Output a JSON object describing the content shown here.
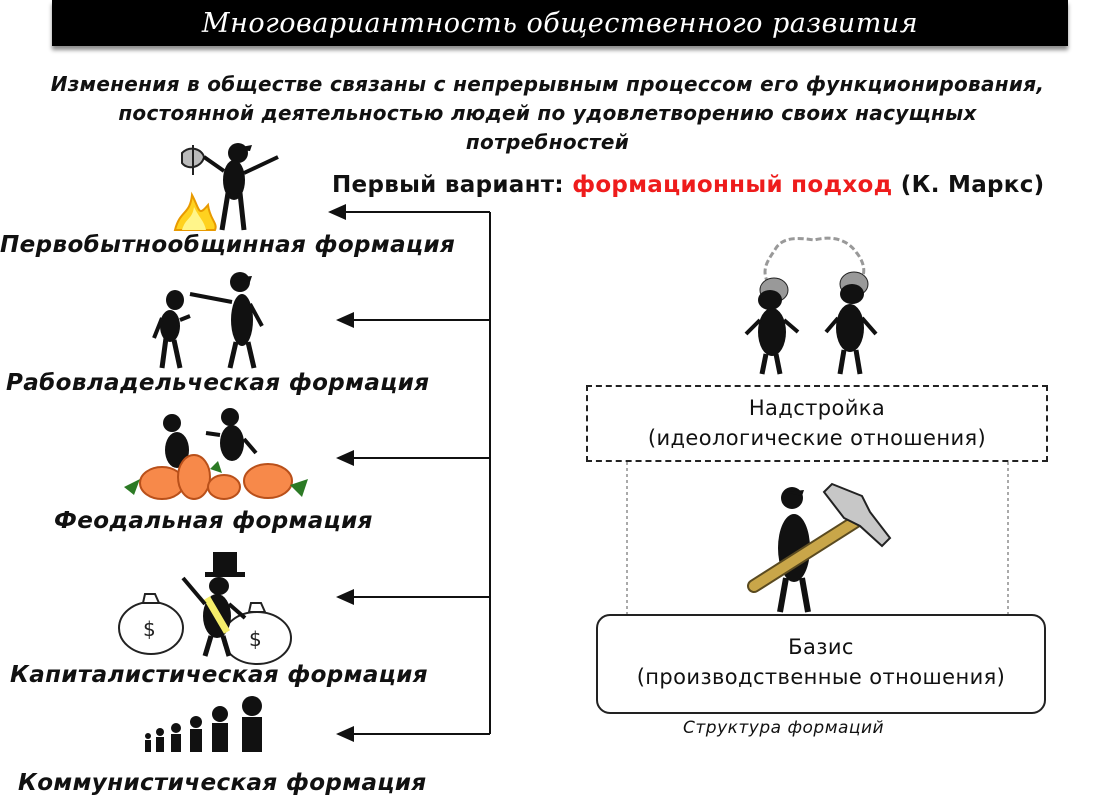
{
  "title": "Многовариантность общественного развития",
  "intro": {
    "line1": "Изменения в обществе связаны с непрерывным процессом его функционирования,",
    "line2": "постоянной деятельностью людей по удовлетворению своих насущных",
    "line3": "потребностей"
  },
  "variant": {
    "prefix": "Первый вариант: ",
    "highlight": "формационный подход",
    "suffix": " (К. Маркс)"
  },
  "formations": [
    "Первобытнообщинная формация",
    "Рабовладельческая формация",
    "Феодальная формация",
    "Капиталистическая формация",
    "Коммунистическая формация"
  ],
  "structure": {
    "superstructure_title": "Надстройка",
    "superstructure_sub": "(идеологические отношения)",
    "basis_title": "Базис",
    "basis_sub": "(производственные отношения)",
    "caption": "Структура формаций"
  },
  "colors": {
    "accent": "#ee1c1c",
    "title_bg": "#000000"
  },
  "icons": [
    "primitive-people-icon",
    "slave-owner-icon",
    "feudal-pumpkins-icon",
    "capitalist-money-icon",
    "communist-people-icon",
    "thinking-people-icon",
    "hammer-worker-icon"
  ]
}
